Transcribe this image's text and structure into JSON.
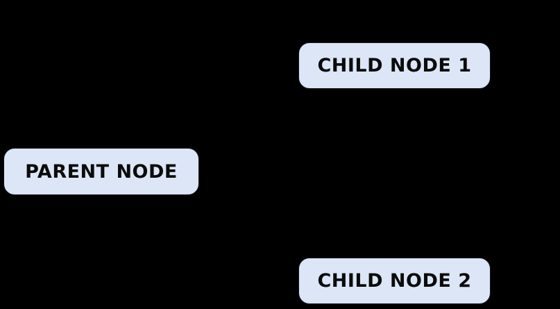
{
  "diagram": {
    "type": "node-graph",
    "colors": {
      "background": "#000000",
      "node_fill": "#dce6f6",
      "node_stroke": "#11161f",
      "node_text": "#0b0b0b"
    },
    "nodes": [
      {
        "id": "parent",
        "label": "PARENT NODE"
      },
      {
        "id": "child1",
        "label": "CHILD NODE 1"
      },
      {
        "id": "child2",
        "label": "CHILD NODE 2"
      }
    ],
    "edges": [
      {
        "from": "parent",
        "to": "child1",
        "visible": false
      },
      {
        "from": "parent",
        "to": "child2",
        "visible": false
      }
    ]
  }
}
